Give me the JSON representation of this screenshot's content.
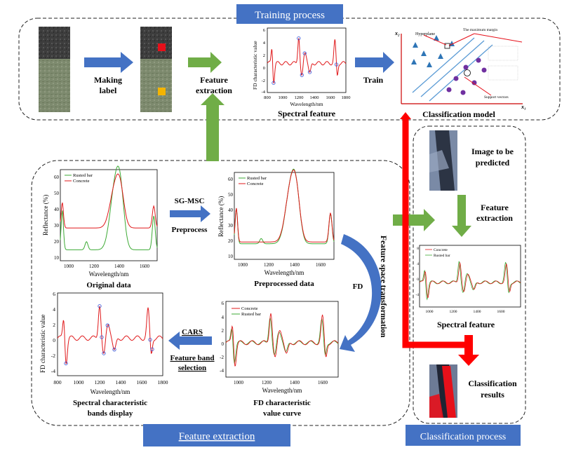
{
  "banners": {
    "training": "Training process",
    "feature": "Feature extraction",
    "classification": "Classification process"
  },
  "colors": {
    "banner_blue": "#4472C4",
    "arrow_blue": "#4472C4",
    "arrow_green": "#70AD47",
    "arrow_red": "#FF0000",
    "curve_red": "#E0191B",
    "curve_green": "#3DAA35",
    "marker_blue": "#3050D8"
  },
  "training": {
    "making_label": [
      "Making",
      "label"
    ],
    "feature_extraction": [
      "Feature",
      "extraction"
    ],
    "train": "Train",
    "spectral_feature": "Spectral feature",
    "classification_model": "Classification model",
    "fd_chart": {
      "ylabel": "FD characteristic value",
      "xlabel": "Wavelength/nm",
      "yticks": [
        "6",
        "4",
        "2",
        "0",
        "-2",
        "-4"
      ],
      "xticks": [
        "800",
        "1000",
        "1200",
        "1400",
        "1600",
        "1800"
      ]
    },
    "svm": {
      "x2": "x₂",
      "x1": "x₁",
      "hyperplane": "Hyperplane",
      "margin": "The maximum margin",
      "support": "Support vectors"
    }
  },
  "classification": {
    "image_predicted": [
      "Image to be",
      "predicted"
    ],
    "feature_extraction": [
      "Feature",
      "extraction"
    ],
    "spectral_feature": "Spectral feature",
    "results": [
      "Classification",
      "results"
    ],
    "mini_chart": {
      "legend": [
        "Concrete",
        "Rusted bar"
      ],
      "yticks": [
        "8",
        "4",
        "0",
        "-4"
      ],
      "xticks": [
        "1000",
        "1200",
        "1400",
        "1600"
      ]
    }
  },
  "feature": {
    "sg_msc": "SG-MSC",
    "preprocess": "Preprocess",
    "fd": "FD",
    "cars": "CARS",
    "feature_band": [
      "Feature band",
      "selection"
    ],
    "transform": "Feature space transformation",
    "original": {
      "title": "Original data",
      "ylabel": "Reflectance (%)",
      "xlabel": "Wavelength/nm",
      "legend": [
        "Rusted bar",
        "Concrete"
      ],
      "yticks": [
        "60",
        "50",
        "40",
        "30",
        "20",
        "10"
      ],
      "xticks": [
        "1000",
        "1200",
        "1400",
        "1600"
      ]
    },
    "preprocessed": {
      "title": "Preprocessed data",
      "ylabel": "Reflectance (%)",
      "xlabel": "Wavelength/nm",
      "legend": [
        "Rusted bar",
        "Concrete"
      ],
      "yticks": [
        "60",
        "50",
        "40",
        "30",
        "20",
        "10"
      ],
      "xticks": [
        "1000",
        "1200",
        "1400",
        "1600"
      ]
    },
    "fd_curve": {
      "title": [
        "FD characteristic",
        "value curve"
      ],
      "xlabel": "Wavelength/nm",
      "legend": [
        "Concrete",
        "Rusted bar"
      ],
      "yticks": [
        "6",
        "4",
        "2",
        "0",
        "-2",
        "-4"
      ],
      "xticks": [
        "1000",
        "1200",
        "1400",
        "1600"
      ]
    },
    "bands": {
      "title": [
        "Spectral characteristic",
        "bands display"
      ],
      "ylabel": "FD characteristic value",
      "xlabel": "Wavelength/nm",
      "yticks": [
        "6",
        "4",
        "2",
        "0",
        "-2",
        "-4"
      ],
      "xticks": [
        "800",
        "1000",
        "1200",
        "1400",
        "1600",
        "1800"
      ]
    }
  }
}
